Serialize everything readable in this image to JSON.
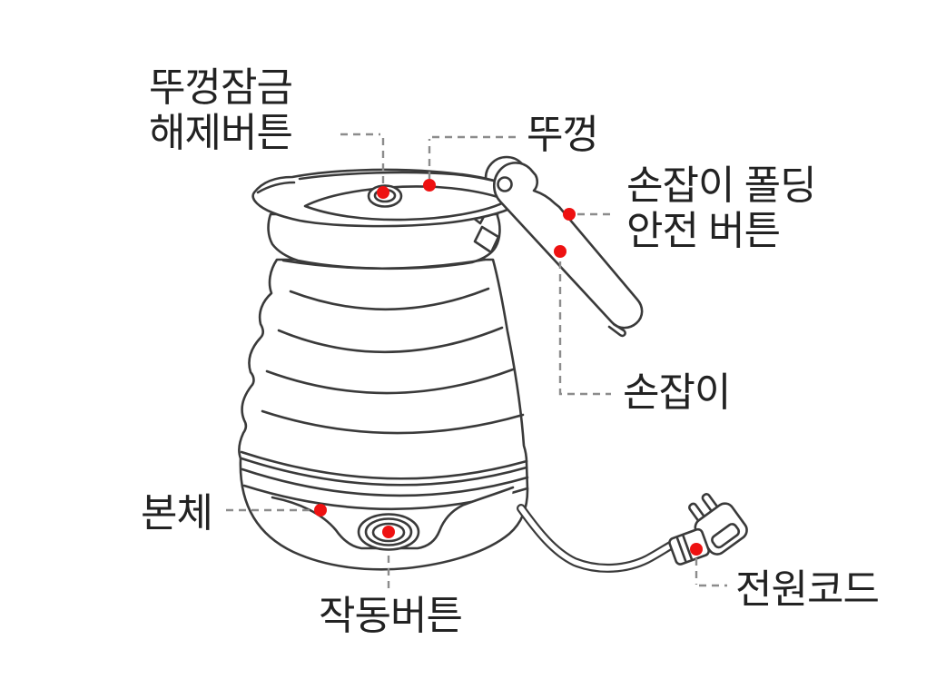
{
  "colors": {
    "outline": "#3a3a3a",
    "marker": "#ee1111",
    "leader": "#8c8c8c",
    "text": "#222222",
    "background": "#ffffff"
  },
  "diagram": {
    "labels": {
      "lid_lock_release": {
        "line1": "뚜껑잠금",
        "line2": "해제버튼"
      },
      "lid": {
        "text": "뚜껑"
      },
      "handle_fold_safety": {
        "line1": "손잡이 폴딩",
        "line2": "안전 버튼"
      },
      "handle": {
        "text": "손잡이"
      },
      "body": {
        "text": "본체"
      },
      "power_button": {
        "text": "작동버튼"
      },
      "power_cord": {
        "text": "전원코드"
      }
    }
  }
}
